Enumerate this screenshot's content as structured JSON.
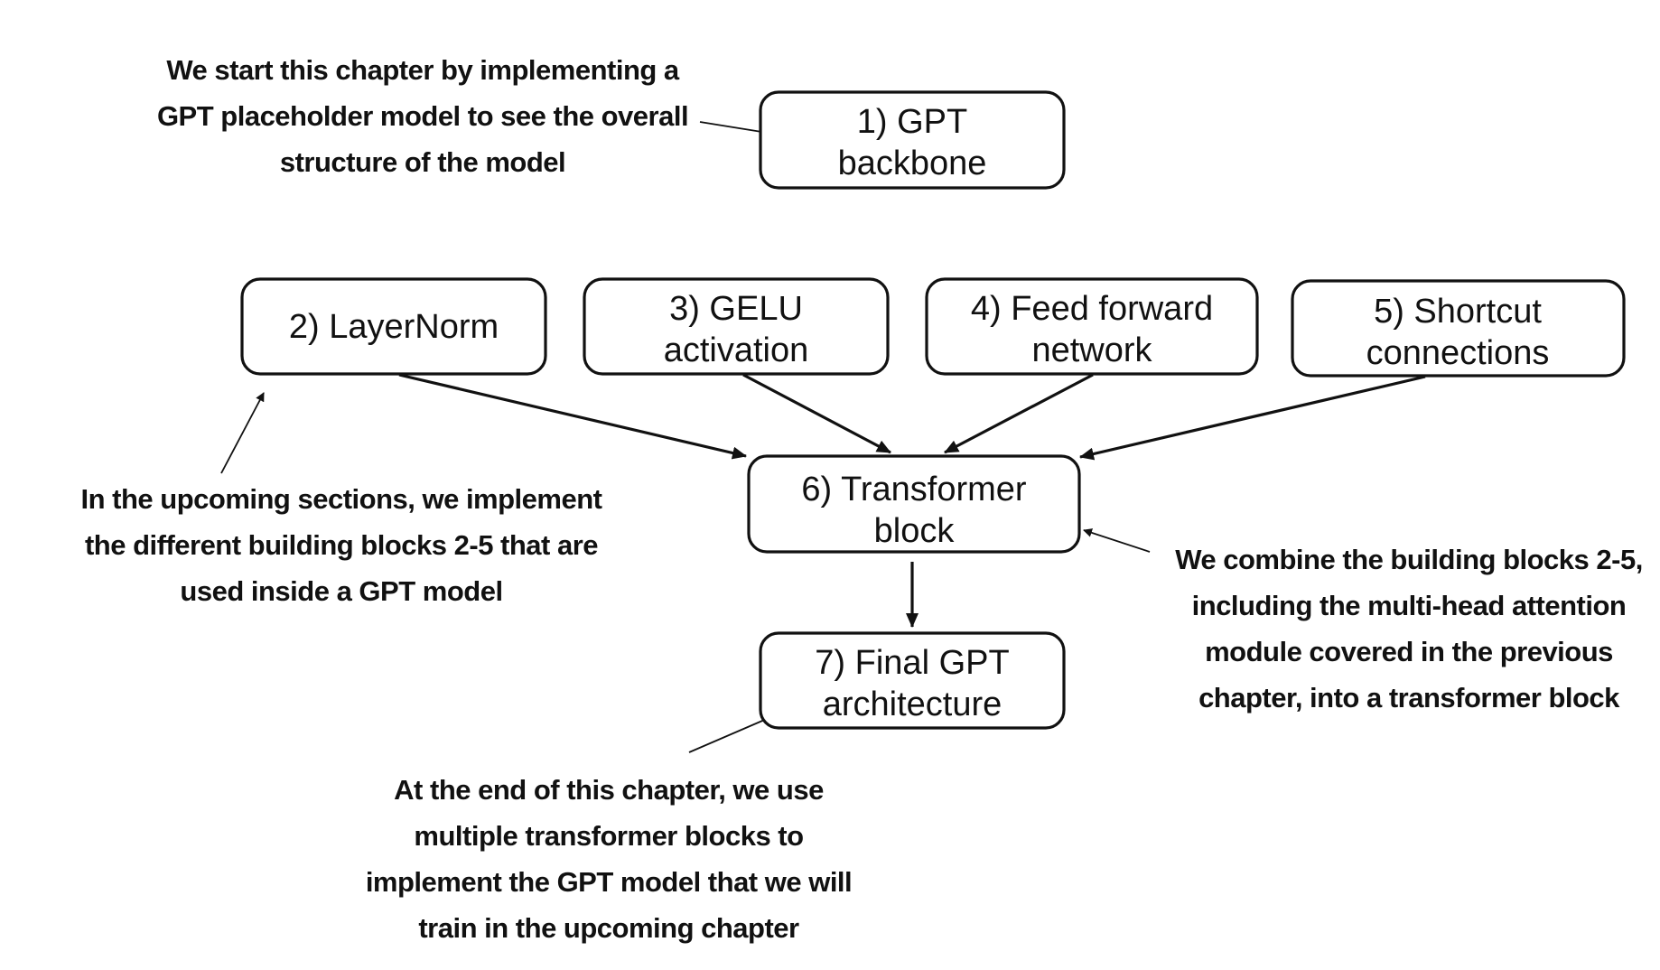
{
  "colors": {
    "ink": "#111111",
    "background": "#ffffff"
  },
  "nodes": [
    {
      "id": "n1",
      "lines": [
        "1) GPT",
        "backbone"
      ]
    },
    {
      "id": "n2",
      "lines": [
        "2) LayerNorm"
      ]
    },
    {
      "id": "n3",
      "lines": [
        "3) GELU",
        "activation"
      ]
    },
    {
      "id": "n4",
      "lines": [
        "4) Feed forward",
        "network"
      ]
    },
    {
      "id": "n5",
      "lines": [
        "5) Shortcut",
        "connections"
      ]
    },
    {
      "id": "n6",
      "lines": [
        "6) Transformer",
        "block"
      ]
    },
    {
      "id": "n7",
      "lines": [
        "7) Final GPT",
        "architecture"
      ]
    }
  ],
  "edges": [
    {
      "from": "n2",
      "to": "n6"
    },
    {
      "from": "n3",
      "to": "n6"
    },
    {
      "from": "n4",
      "to": "n6"
    },
    {
      "from": "n5",
      "to": "n6"
    },
    {
      "from": "n6",
      "to": "n7"
    }
  ],
  "annotations": [
    {
      "id": "a1",
      "target": "n1",
      "lines": [
        "We start this chapter by implementing a",
        "GPT placeholder model to see the overall",
        "structure of the model"
      ]
    },
    {
      "id": "a2",
      "target": "n2",
      "lines": [
        "In the upcoming sections, we implement",
        "the different building blocks 2-5 that are",
        "used inside a GPT model"
      ]
    },
    {
      "id": "a3",
      "target": "n6",
      "lines": [
        "We combine the building blocks 2-5,",
        "including the multi-head attention",
        "module covered in the previous",
        "chapter, into a transformer block"
      ]
    },
    {
      "id": "a4",
      "target": "n7",
      "lines": [
        "At the end of this chapter, we use",
        "multiple transformer blocks to",
        "implement the GPT model that we will",
        "train in the upcoming chapter"
      ]
    }
  ]
}
